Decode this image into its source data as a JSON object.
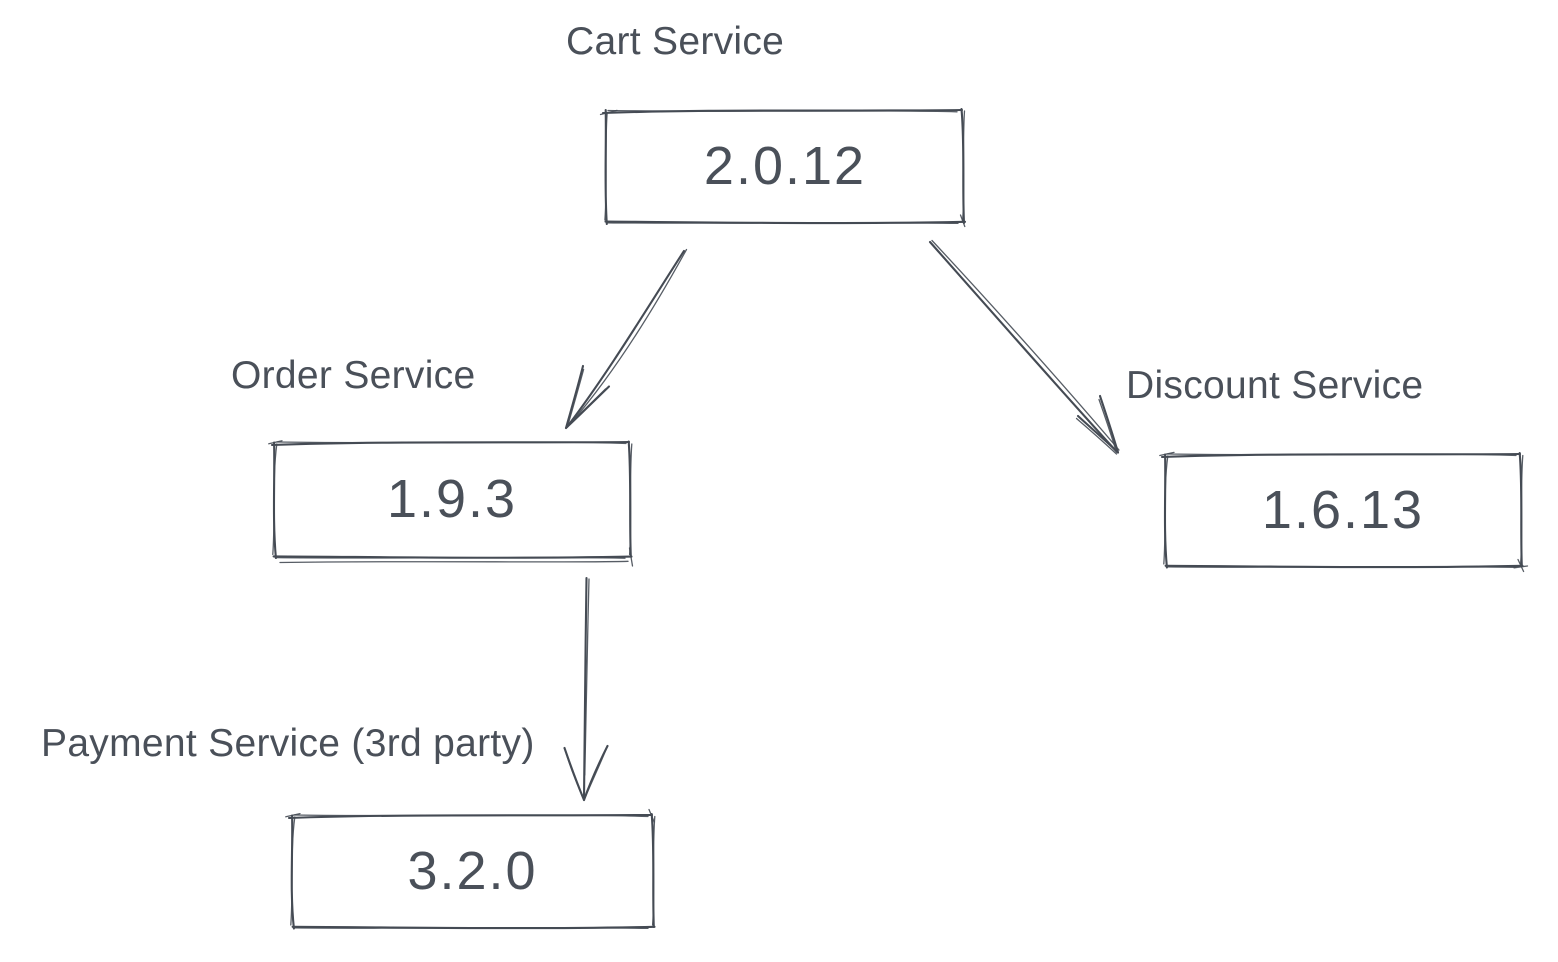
{
  "diagram": {
    "colors": {
      "background": "#ffffff",
      "stroke": "#454b54",
      "text": "#4a5059"
    },
    "nodes": [
      {
        "id": "cart",
        "label": "Cart Service",
        "version": "2.0.12"
      },
      {
        "id": "order",
        "label": "Order Service",
        "version": "1.9.3"
      },
      {
        "id": "discount",
        "label": "Discount Service",
        "version": "1.6.13"
      },
      {
        "id": "payment",
        "label": "Payment Service (3rd party)",
        "version": "3.2.0"
      }
    ],
    "edges": [
      {
        "from": "Cart Service",
        "to": "Order Service"
      },
      {
        "from": "Cart Service",
        "to": "Discount Service"
      },
      {
        "from": "Order Service",
        "to": "Payment Service (3rd party)"
      }
    ]
  }
}
